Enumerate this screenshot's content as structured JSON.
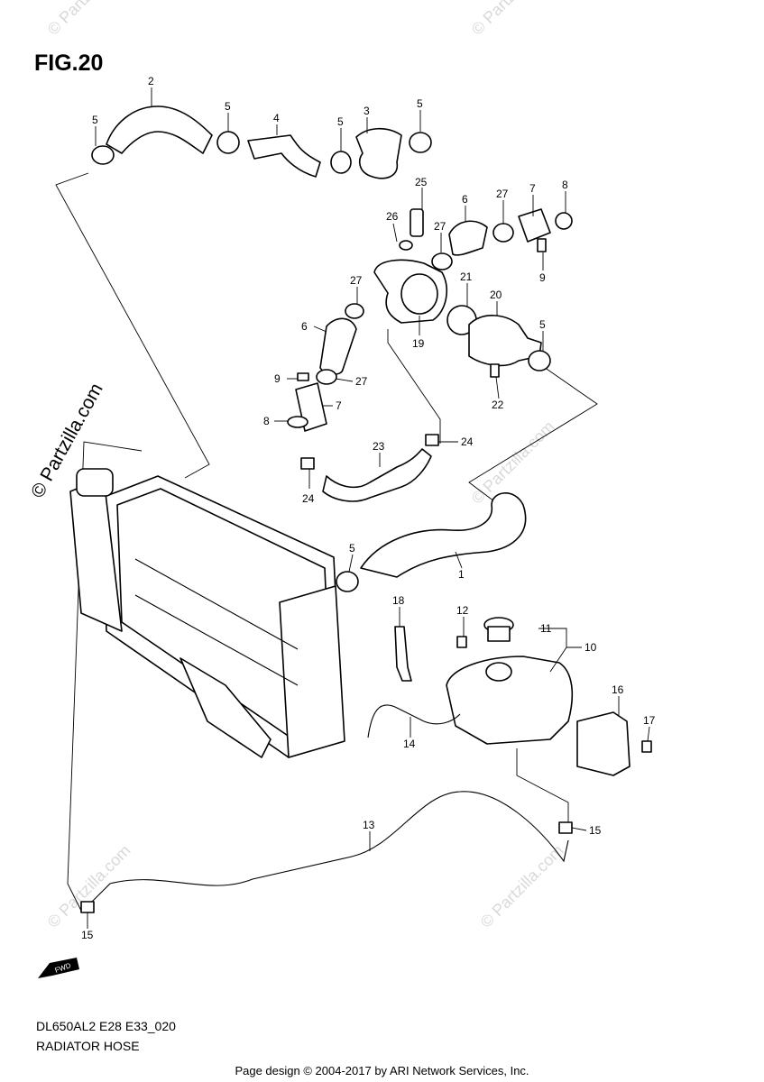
{
  "figure": {
    "title": "FIG.20"
  },
  "watermarks": {
    "side_copyright": "© Partzilla.com",
    "faint": "© Partzilla.com"
  },
  "callouts": [
    "1",
    "2",
    "3",
    "4",
    "5",
    "5",
    "5",
    "5",
    "5",
    "5",
    "6",
    "6",
    "7",
    "7",
    "8",
    "8",
    "9",
    "9",
    "10",
    "11",
    "12",
    "13",
    "14",
    "15",
    "15",
    "16",
    "17",
    "18",
    "19",
    "20",
    "21",
    "22",
    "23",
    "24",
    "24",
    "25",
    "26",
    "27",
    "27",
    "27",
    "27"
  ],
  "footer": {
    "code": "DL650AL2 E28 E33_020",
    "name": "RADIATOR HOSE",
    "credit": "Page design © 2004-2017 by ARI Network Services, Inc."
  },
  "fwd_badge": "FWD"
}
